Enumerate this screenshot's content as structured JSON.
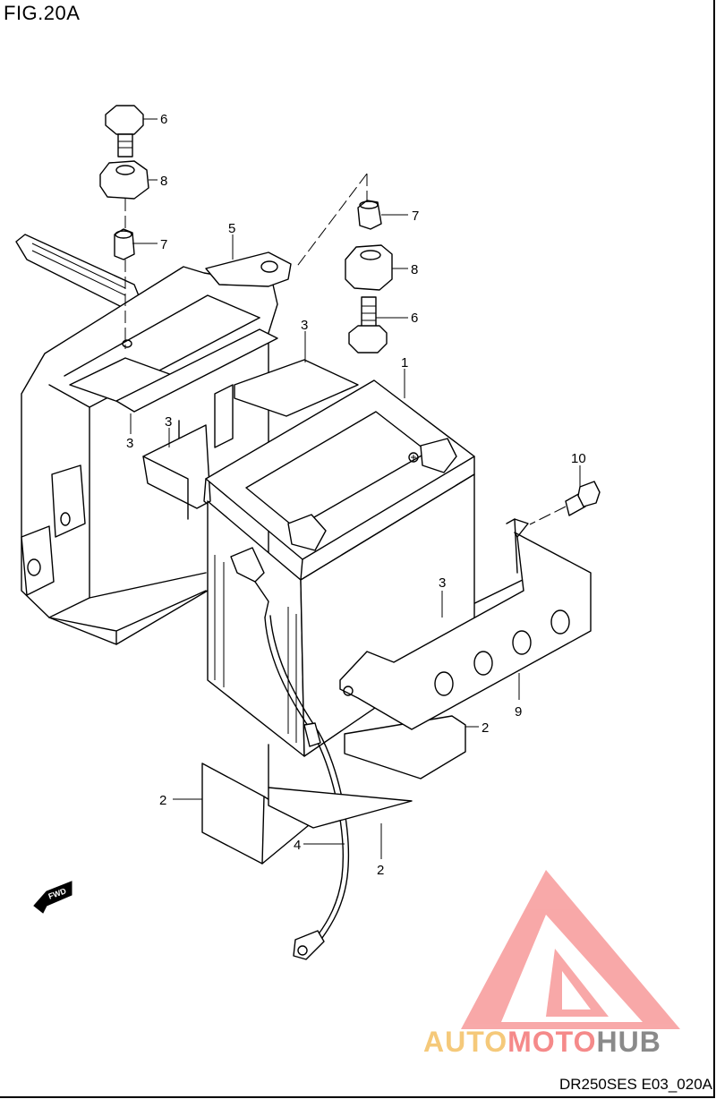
{
  "figure": {
    "title": "FIG.20A",
    "drawing_code": "DR250SES E03_020A"
  },
  "callouts": {
    "c1": "1",
    "c2a": "2",
    "c2b": "2",
    "c2c": "2",
    "c3a": "3",
    "c3b": "3",
    "c3c": "3",
    "c3d": "3",
    "c4": "4",
    "c5": "5",
    "c6a": "6",
    "c6b": "6",
    "c7a": "7",
    "c7b": "7",
    "c8a": "8",
    "c8b": "8",
    "c9": "9",
    "c10": "10"
  },
  "direction_badge": {
    "label": "FWD"
  },
  "watermark": {
    "text_part1": "AUTO",
    "text_part2": "MOTO",
    "text_part3": "HUB",
    "color_light": "#f5c97a",
    "color_red": "#f58a8a",
    "color_gray": "#8a8a8a"
  }
}
